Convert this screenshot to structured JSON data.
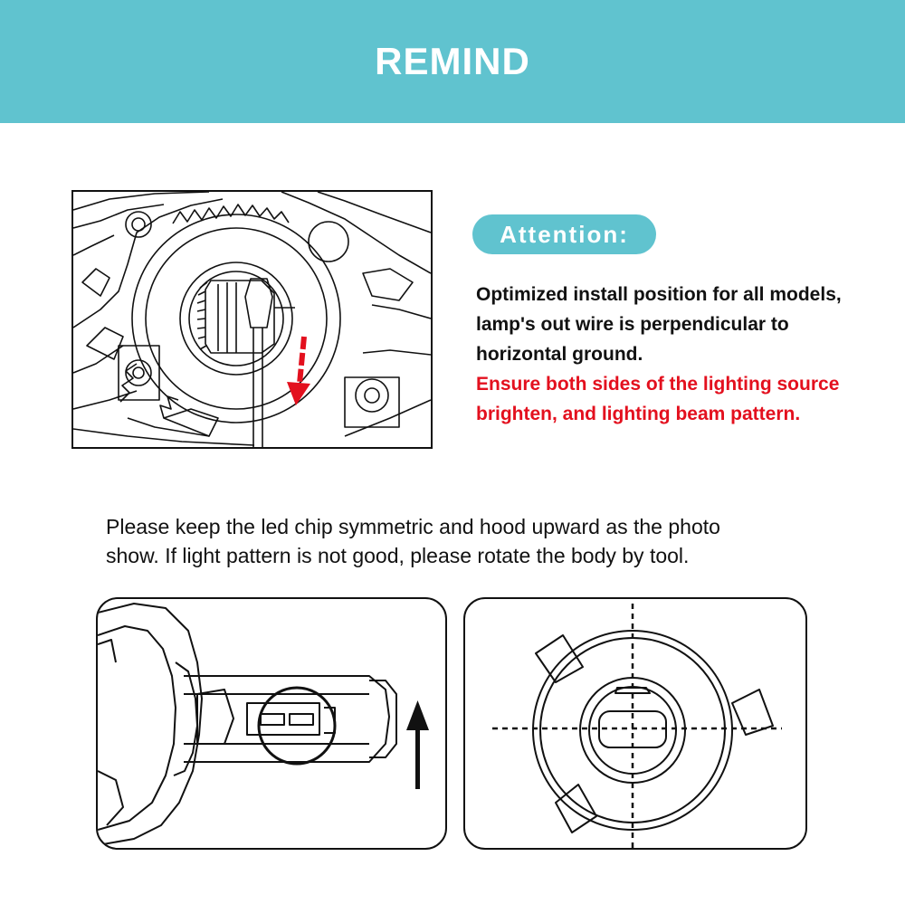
{
  "banner": {
    "title": "REMIND"
  },
  "attention": {
    "label": "Attention:",
    "lines": [
      "Optimized install position for all models,",
      "lamp's out wire is perpendicular to",
      "horizontal ground."
    ],
    "warning_lines": [
      "Ensure both sides of the lighting source",
      "brighten, and lighting beam pattern."
    ]
  },
  "instruction": {
    "lines": [
      "Please keep the led chip symmetric and hood upward as the photo",
      "show. If light pattern is not good, please rotate the body by tool."
    ]
  },
  "colors": {
    "accent": "#60c3cf",
    "warning": "#e3101e",
    "ink": "#111111"
  },
  "icons": {
    "arrow_down": "red-down-arrow-icon",
    "arrow_up": "black-up-arrow-icon"
  }
}
